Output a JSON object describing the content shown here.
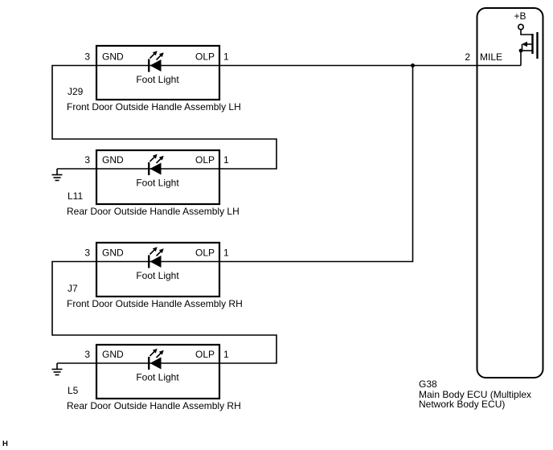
{
  "page": {
    "marker": "H"
  },
  "colors": {
    "line": "#000000",
    "background": "#ffffff"
  },
  "modules": [
    {
      "id": "J29",
      "description": "Front Door Outside Handle Assembly LH",
      "component": "Foot Light",
      "pin_left_num": "3",
      "pin_left_name": "GND",
      "pin_right_name": "OLP",
      "pin_right_num": "1"
    },
    {
      "id": "L11",
      "description": "Rear Door Outside Handle Assembly LH",
      "component": "Foot Light",
      "pin_left_num": "3",
      "pin_left_name": "GND",
      "pin_right_name": "OLP",
      "pin_right_num": "1"
    },
    {
      "id": "J7",
      "description": "Front Door Outside Handle Assembly RH",
      "component": "Foot Light",
      "pin_left_num": "3",
      "pin_left_name": "GND",
      "pin_right_name": "OLP",
      "pin_right_num": "1"
    },
    {
      "id": "L5",
      "description": "Rear Door Outside Handle Assembly RH",
      "component": "Foot Light",
      "pin_left_num": "3",
      "pin_left_name": "GND",
      "pin_right_name": "OLP",
      "pin_right_num": "1"
    }
  ],
  "ecu": {
    "id": "G38",
    "name_line1": "Main Body ECU (Multiplex",
    "name_line2": "Network Body ECU)",
    "pin_number": "2",
    "pin_name": "MILE",
    "power_label": "+B"
  }
}
